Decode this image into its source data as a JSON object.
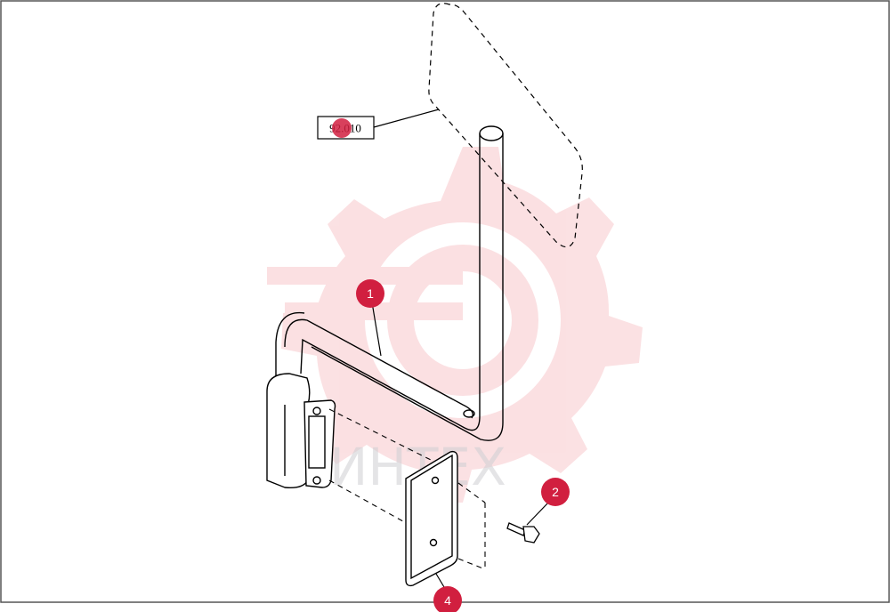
{
  "reference": {
    "label": "92.010"
  },
  "callouts": [
    {
      "id": "1",
      "label": "1"
    },
    {
      "id": "2",
      "label": "2"
    },
    {
      "id": "4",
      "label": "4"
    }
  ],
  "watermark": {
    "text": "ИНТЕХ",
    "color": "#f3b3b8"
  },
  "colors": {
    "accent": "#d11f3f",
    "line": "#000000"
  }
}
